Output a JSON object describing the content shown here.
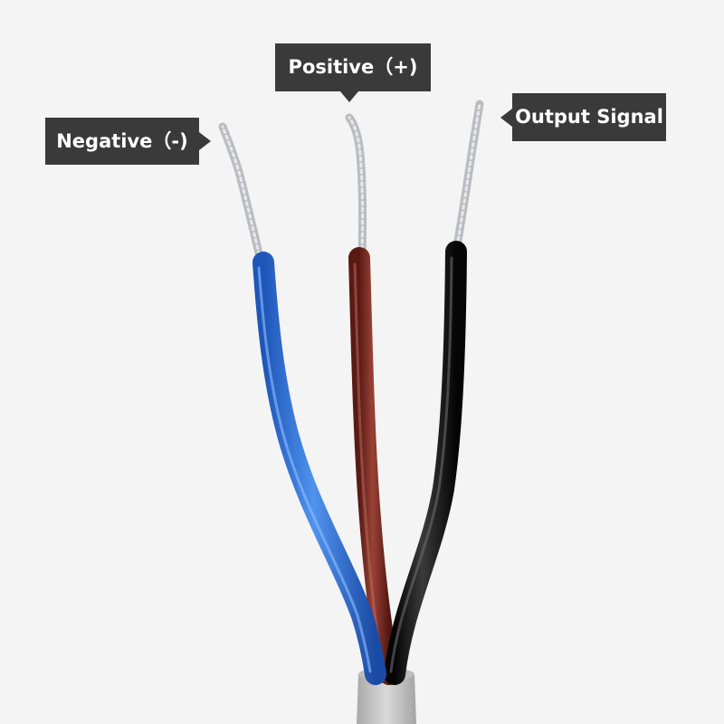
{
  "labels": {
    "negative": "Negative（-)",
    "positive": "Positive（+)",
    "output": "Output Signal"
  },
  "colors": {
    "background": "#f4f4f4",
    "label_bg": "#3a3a3a",
    "label_text": "#ffffff",
    "wire_blue": "#2f6fd6",
    "wire_brown": "#7a2a22",
    "wire_black": "#141414",
    "copper_strands": "#c9cdd2",
    "sheath": "#c7c7c7"
  }
}
